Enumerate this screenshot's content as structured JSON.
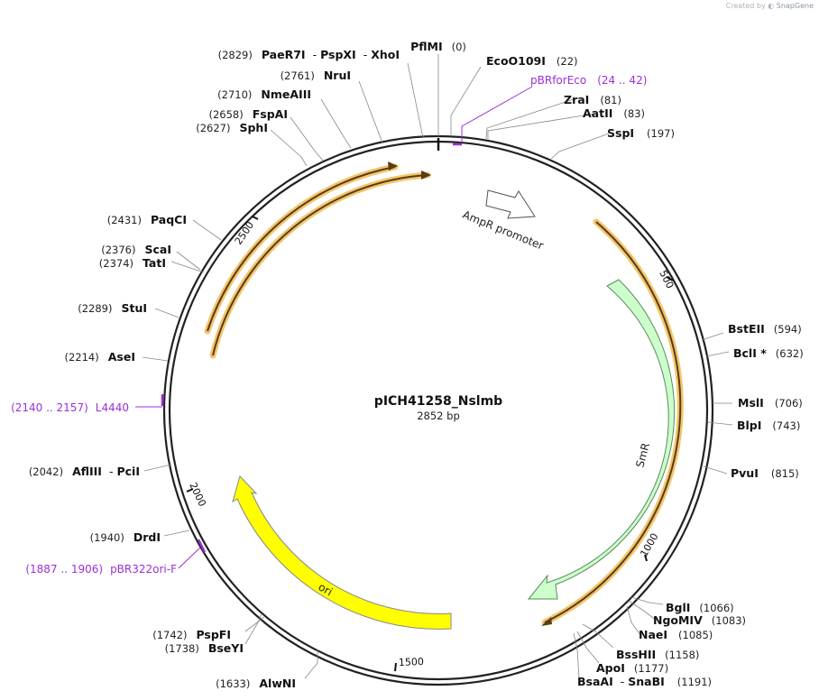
{
  "credit": {
    "prefix": "Created by",
    "brand": "SnapGene"
  },
  "plasmid": {
    "name": "pICH41258_Nslmb",
    "length": "2852 bp"
  },
  "features": {
    "amp_promoter": "AmpR promoter",
    "smr": "SmR",
    "ori": "ori"
  },
  "ticks": [
    "500",
    "1000",
    "1500",
    "2000",
    "2500"
  ],
  "sites": [
    {
      "name": "PflMI",
      "pos": "(0)"
    },
    {
      "name": "EcoO109I",
      "pos": "(22)"
    },
    {
      "name": "ZraI",
      "pos": "(81)"
    },
    {
      "name": "AatII",
      "pos": "(83)"
    },
    {
      "name": "SspI",
      "pos": "(197)"
    },
    {
      "name": "BstEII",
      "pos": "(594)"
    },
    {
      "name": "BclI *",
      "pos": "(632)"
    },
    {
      "name": "MslI",
      "pos": "(706)"
    },
    {
      "name": "BlpI",
      "pos": "(743)"
    },
    {
      "name": "PvuI",
      "pos": "(815)"
    },
    {
      "name": "BglI",
      "pos": "(1066)"
    },
    {
      "name": "NgoMIV",
      "pos": "(1083)"
    },
    {
      "name": "NaeI",
      "pos": "(1085)"
    },
    {
      "name": "BssHII",
      "pos": "(1158)"
    },
    {
      "name": "ApoI",
      "pos": "(1177)"
    },
    {
      "name": "BsaAI",
      "name2": "SnaBI",
      "pos": "(1191)"
    },
    {
      "name": "AlwNI",
      "pos": "(1633)"
    },
    {
      "name": "BseYI",
      "pos": "(1738)"
    },
    {
      "name": "PspFI",
      "pos": "(1742)"
    },
    {
      "name": "DrdI",
      "pos": "(1940)"
    },
    {
      "name": "AflIII",
      "name2": "PciI",
      "pos": "(2042)"
    },
    {
      "name": "AseI",
      "pos": "(2214)"
    },
    {
      "name": "StuI",
      "pos": "(2289)"
    },
    {
      "name": "TatI",
      "pos": "(2374)"
    },
    {
      "name": "ScaI",
      "pos": "(2376)"
    },
    {
      "name": "PaqCI",
      "pos": "(2431)"
    },
    {
      "name": "SphI",
      "pos": "(2627)"
    },
    {
      "name": "FspAI",
      "pos": "(2658)"
    },
    {
      "name": "NmeAIII",
      "pos": "(2710)"
    },
    {
      "name": "NruI",
      "pos": "(2761)"
    },
    {
      "name": "PaeR7I",
      "name2": "PspXI",
      "name3": "XhoI",
      "pos": "(2829)"
    }
  ],
  "primers": [
    {
      "name": "pBRforEco",
      "pos": "(24 .. 42)"
    },
    {
      "name": "L4440",
      "pos": "(2140 .. 2157)"
    },
    {
      "name": "pBR322ori-F",
      "pos": "(1887 .. 1906)"
    }
  ],
  "colors": {
    "backbone": "#222222",
    "amp_promoter_fill": "#ffffff",
    "smr_fill": "#ccffcc",
    "ori_fill": "#ffff00",
    "orf_highlight": "#f2c66d",
    "primer": "#9b30d6"
  }
}
